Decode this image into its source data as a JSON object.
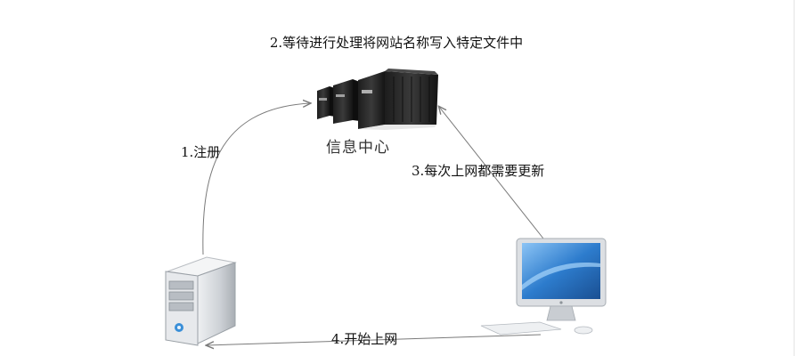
{
  "labels": {
    "step1": "1.注册",
    "step2": "2.等待进行处理将网站名称写入特定文件中",
    "step3": "3.每次上网都需要更新",
    "step4": "4.开始上网",
    "center": "信息中心"
  },
  "icons": {
    "servers": "server-rack-cluster-icon",
    "tower": "tower-server-icon",
    "monitor": "desktop-computer-icon"
  },
  "colors": {
    "arrow": "#7a7a7a",
    "label": "#111111",
    "rack": "#2b2b2b",
    "tower": "#cfd3d8",
    "screen": "#2f7fd0"
  }
}
